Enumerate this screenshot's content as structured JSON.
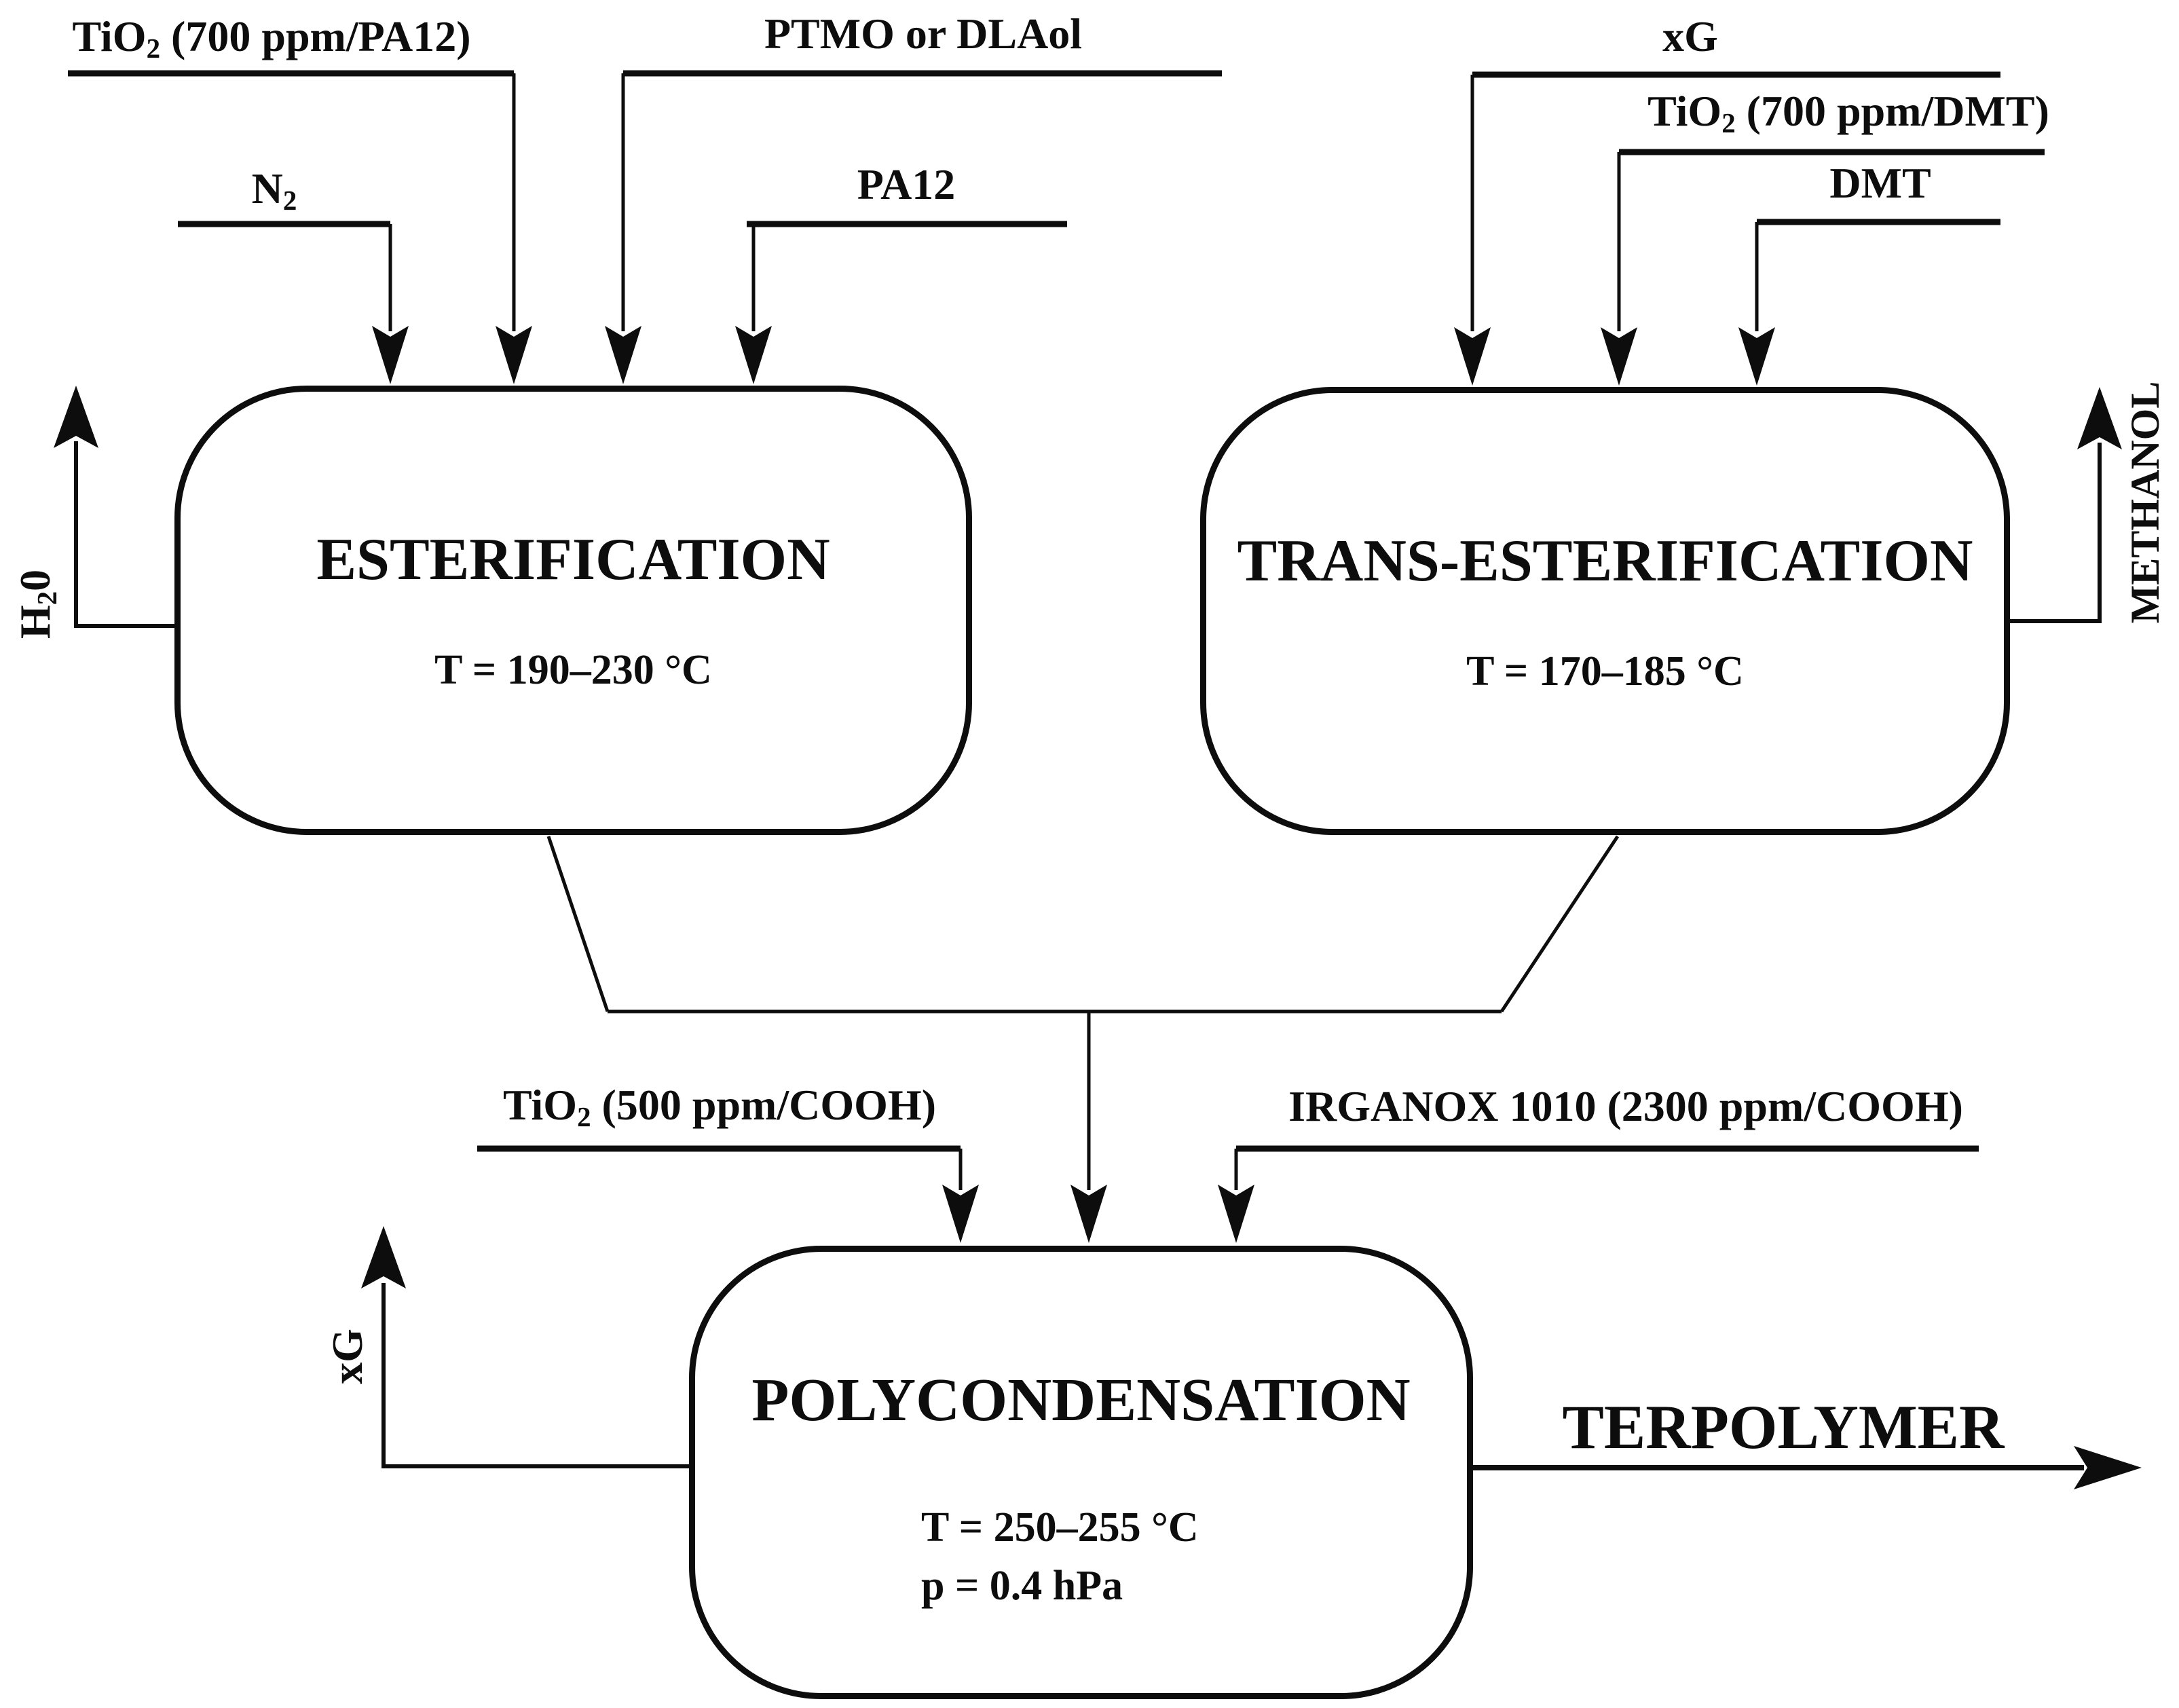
{
  "colors": {
    "ink": "#0d0d0d",
    "background": "#ffffff"
  },
  "stages": {
    "esterification": {
      "title": "ESTERIFICATION",
      "temperature": "T = 190–230 °C"
    },
    "trans_esterification": {
      "title": "TRANS-ESTERIFICATION",
      "temperature": "T = 170–185 °C"
    },
    "polycondensation": {
      "title": "POLYCONDENSATION",
      "temperature": "T = 250–255 °C",
      "pressure": "p = 0.4 hPa"
    }
  },
  "inputs": {
    "tio2_pa12": {
      "pre": "TiO",
      "sub": "2",
      "post": " (700 ppm/PA12)"
    },
    "n2": {
      "pre": "N",
      "sub": "2",
      "post": ""
    },
    "ptmo": {
      "text": "PTMO or DLAol"
    },
    "pa12": {
      "text": "PA12"
    },
    "xg": {
      "text": "xG"
    },
    "tio2_dmt": {
      "pre": "TiO",
      "sub": "2",
      "post": " (700 ppm/DMT)"
    },
    "dmt": {
      "text": "DMT"
    },
    "tio2_cooh": {
      "pre": "TiO",
      "sub": "2",
      "post": " (500 ppm/COOH)"
    },
    "irganox": {
      "text": "IRGANOX 1010 (2300 ppm/COOH)"
    }
  },
  "outputs": {
    "h2o": {
      "pre": "H",
      "sub": "2",
      "post": "0"
    },
    "methanol": {
      "text": "METHANOL"
    },
    "xg_recycle": {
      "text": "xG"
    },
    "terpolymer": {
      "text": "TERPOLYMER"
    }
  }
}
